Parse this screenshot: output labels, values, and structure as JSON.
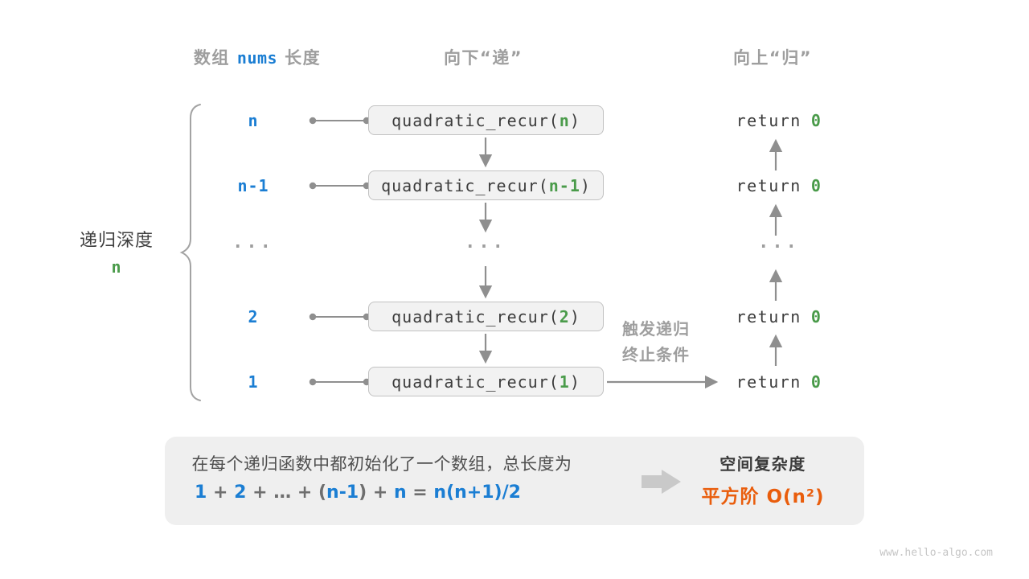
{
  "colors": {
    "blue": "#1b7ed3",
    "green": "#4a9b4a",
    "orange": "#e95d0c",
    "gray_label": "#9e9e9e",
    "dark_text": "#3c3c3c",
    "arrow": "#8f8f8f",
    "box_bg": "#f2f2f2",
    "box_border": "#c2c2c2",
    "panel_bg": "#efefef",
    "watermark": "#c6c6c6"
  },
  "headers": {
    "array_pre": "数组",
    "array_code": "nums",
    "array_post": "长度",
    "descend": "向下“递”",
    "ascend": "向上“归”"
  },
  "depth_label": {
    "title": "递归深度",
    "value": "n"
  },
  "rows": [
    {
      "depth": "n",
      "call_pre": "quadratic_recur(",
      "call_arg": "n",
      "call_post": ")",
      "return_kw": "return",
      "return_val": "0"
    },
    {
      "depth": "n-1",
      "call_pre": "quadratic_recur(",
      "call_arg": "n-1",
      "call_post": ")",
      "return_kw": "return",
      "return_val": "0"
    },
    {
      "ellipsis": "..."
    },
    {
      "depth": "2",
      "call_pre": "quadratic_recur(",
      "call_arg": "2",
      "call_post": ")",
      "return_kw": "return",
      "return_val": "0"
    },
    {
      "depth": "1",
      "call_pre": "quadratic_recur(",
      "call_arg": "1",
      "call_post": ")",
      "return_kw": "return",
      "return_val": "0"
    }
  ],
  "trigger": {
    "line1": "触发递归",
    "line2": "终止条件"
  },
  "panel": {
    "description": "在每个递归函数中都初始化了一个数组，总长度为",
    "formula_segments": [
      {
        "t": "1",
        "c": "blue"
      },
      {
        "t": " + ",
        "c": "gray"
      },
      {
        "t": "2",
        "c": "blue"
      },
      {
        "t": " + ",
        "c": "gray"
      },
      {
        "t": "…",
        "c": "gray"
      },
      {
        "t": " + ",
        "c": "gray"
      },
      {
        "t": "(",
        "c": "gray"
      },
      {
        "t": "n-1",
        "c": "blue"
      },
      {
        "t": ")",
        "c": "gray"
      },
      {
        "t": " + ",
        "c": "gray"
      },
      {
        "t": "n",
        "c": "blue"
      },
      {
        "t": " = ",
        "c": "gray"
      },
      {
        "t": "n(n+1)/2",
        "c": "blue"
      }
    ],
    "result_title": "空间复杂度",
    "result_value": "平方阶 O(n²)"
  },
  "watermark": "www.hello-algo.com"
}
